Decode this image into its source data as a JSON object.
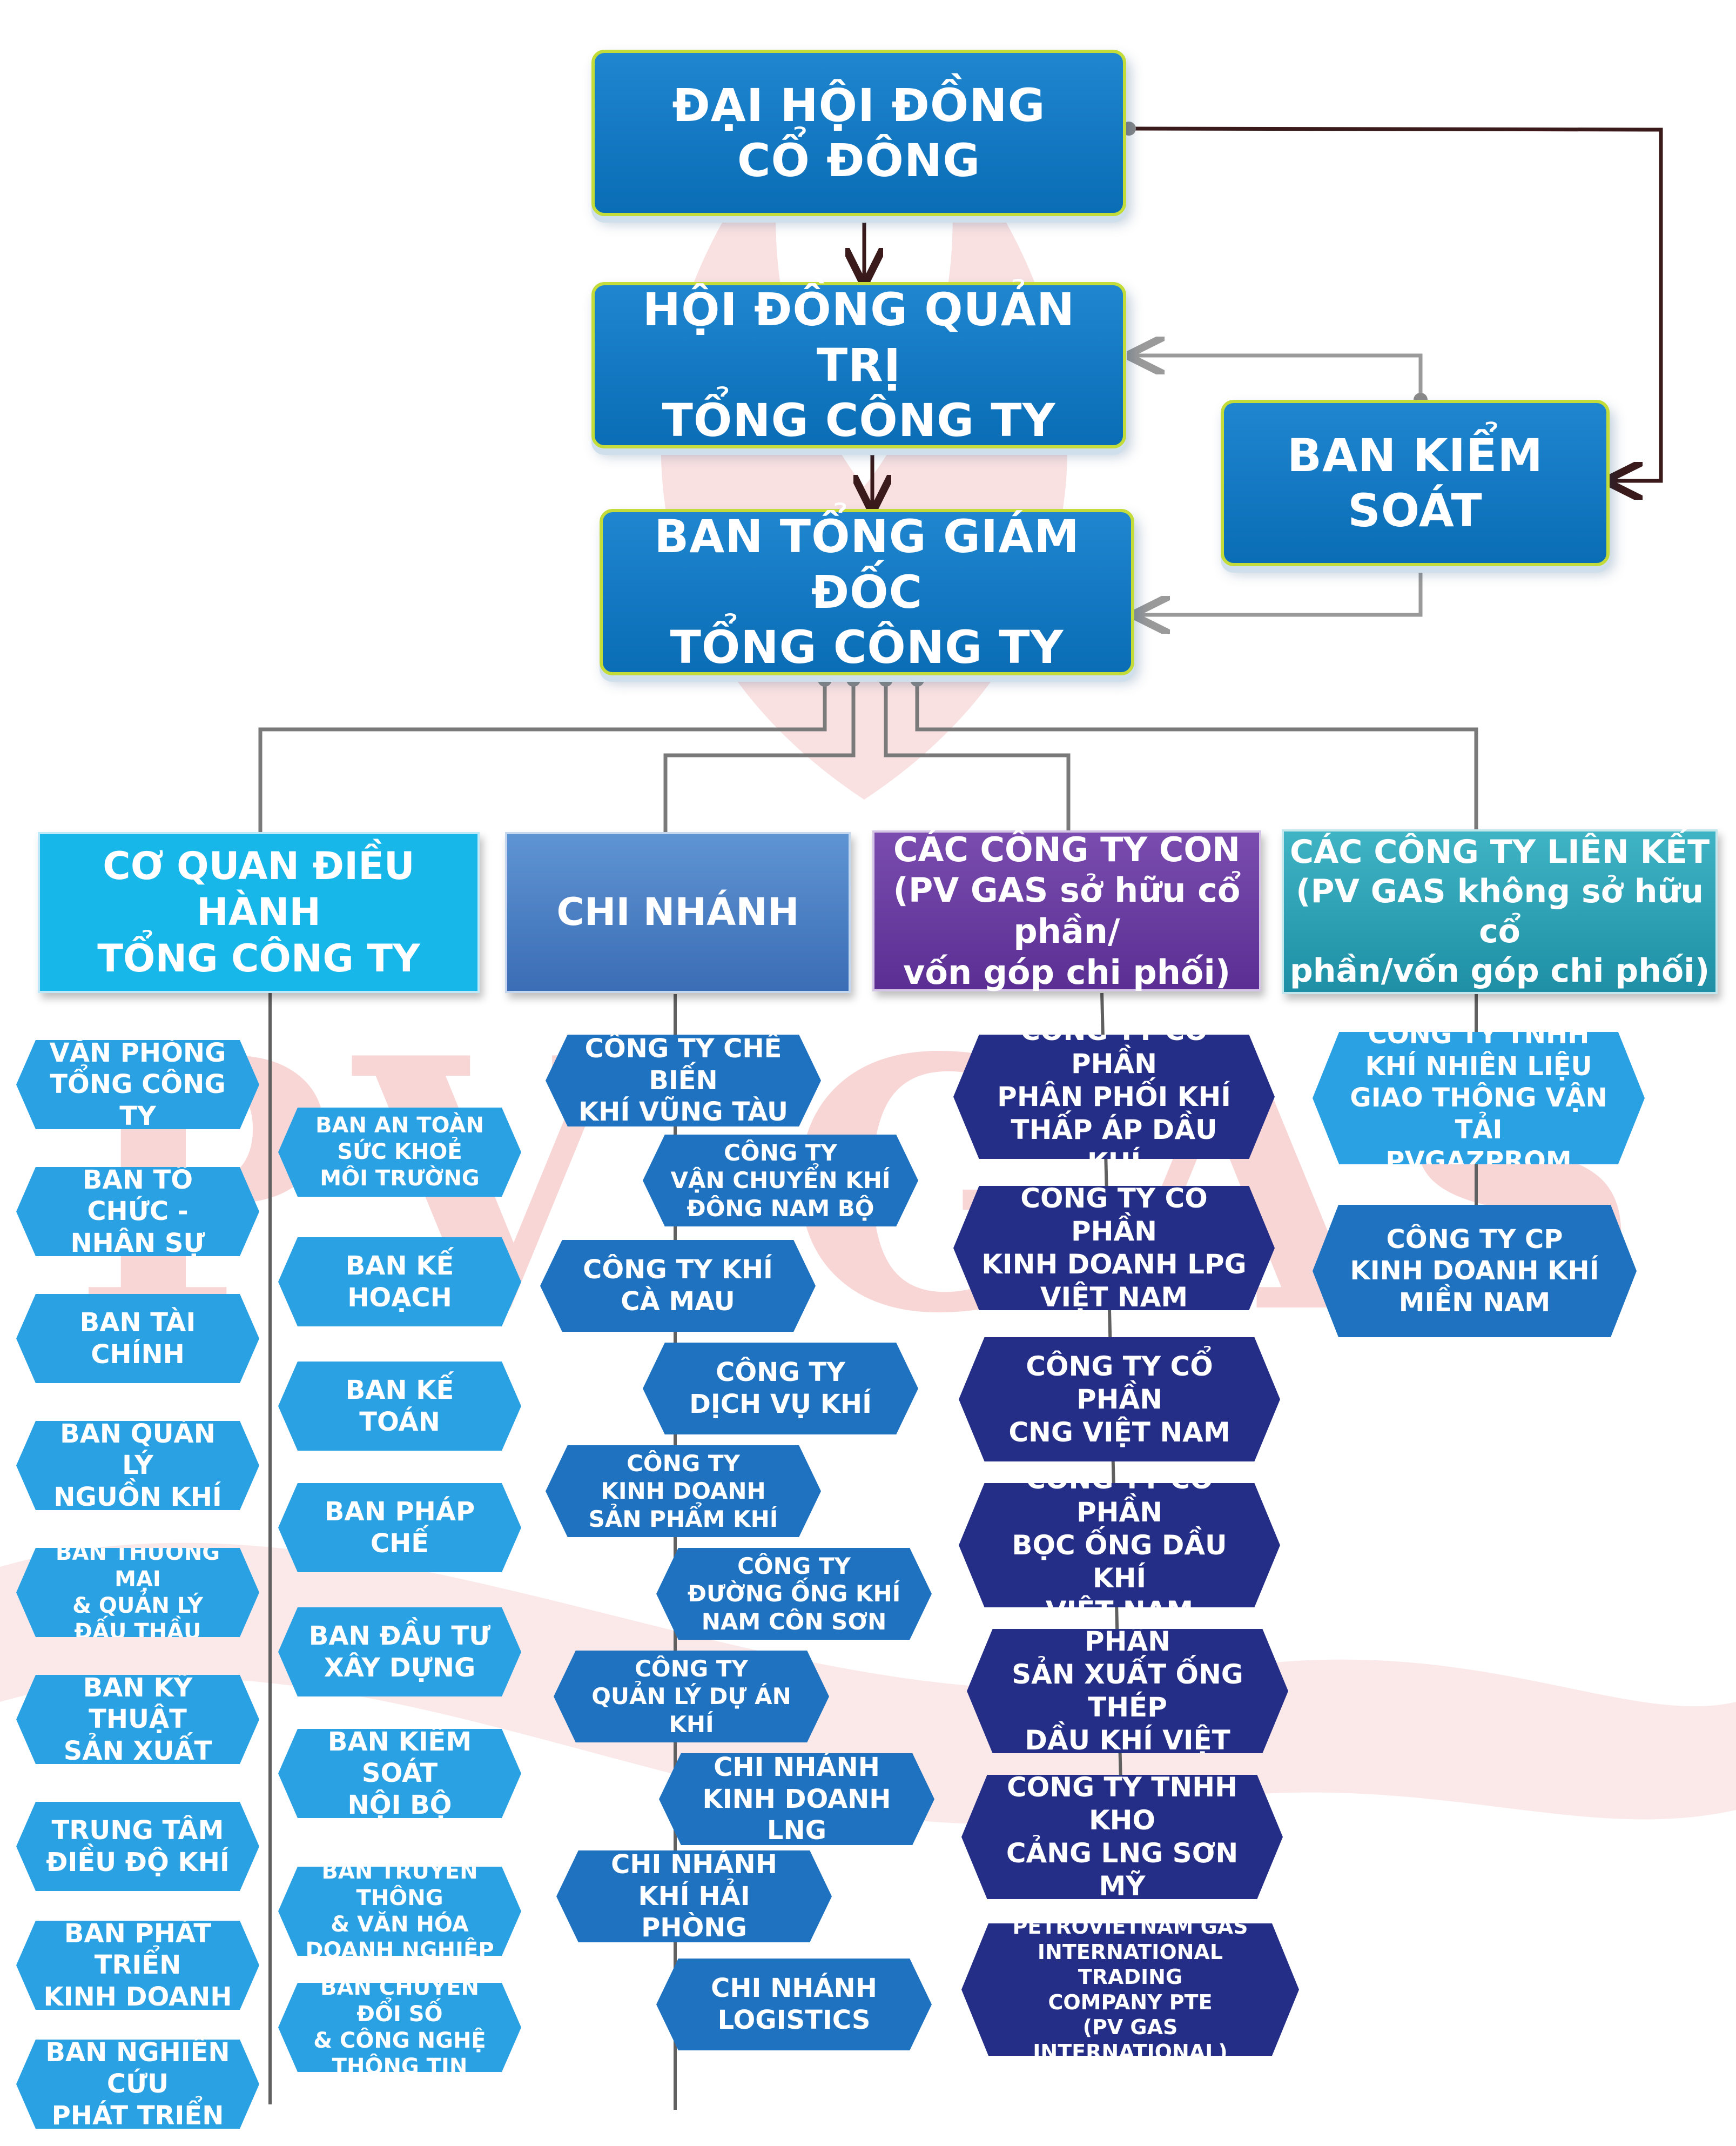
{
  "colors": {
    "top_box": "#0a6db6",
    "top_border": "#c4dc3a",
    "header_operations": "#17b7ea",
    "header_branches": "#3a6db5",
    "header_subsidiaries": "#5a2e92",
    "header_associates": "#1e8fa5",
    "light_blue_item": "#2aa1e3",
    "dark_blue_item": "#1e72c0",
    "navy_item": "#252e86",
    "watermark": "#e0242a"
  },
  "top": {
    "shareholders": "ĐẠI HỘI ĐỒNG\nCỔ ĐÔNG",
    "board": "HỘI ĐỒNG QUẢN TRỊ\nTỔNG CÔNG TY",
    "supervisory": "BAN KIỂM SOÁT",
    "management": "BAN TỔNG GIÁM ĐỐC\nTỔNG CÔNG TY"
  },
  "headers": {
    "operations": "CƠ QUAN ĐIỀU HÀNH\nTỔNG CÔNG TY",
    "branches": "CHI NHÁNH",
    "subsidiaries": "CÁC CÔNG TY CON\n(PV GAS sở hữu cổ phần/\nvốn góp chi phối)",
    "associates": "CÁC CÔNG TY LIÊN KẾT\n(PV GAS không sở hữu cổ\nphần/vốn góp chi phối)"
  },
  "operations_left": [
    "VĂN PHÒNG\nTỔNG CÔNG TY",
    "BAN TỔ CHỨC -\nNHÂN SỰ",
    "BAN TÀI CHÍNH",
    "BAN QUẢN LÝ\nNGUỒN KHÍ",
    "BAN THƯƠNG MẠI\n& QUẢN LÝ\nĐẤU THẦU",
    "BAN KỸ THUẬT\nSẢN XUẤT",
    "TRUNG TÂM\nĐIỀU ĐỘ KHÍ",
    "BAN PHÁT TRIỂN\nKINH DOANH",
    "BAN NGHIÊN CỨU\nPHÁT TRIỂN"
  ],
  "operations_right": [
    "BAN AN TOÀN\nSỨC KHOẺ\nMÔI TRƯỜNG",
    "BAN KẾ HOẠCH",
    "BAN KẾ TOÁN",
    "BAN PHÁP CHẾ",
    "BAN ĐẦU TƯ\nXÂY DỰNG",
    "BAN KIỂM SOÁT\nNỘI BỘ",
    "BAN TRUYỀN THÔNG\n& VĂN HÓA\nDOANH NGHIỆP",
    "BAN CHUYỂN ĐỔI SỐ\n& CÔNG NGHỆ\nTHÔNG TIN"
  ],
  "branches": [
    "CÔNG TY CHẾ BIẾN\nKHÍ VŨNG TÀU",
    "CÔNG TY\nVẬN CHUYỂN KHÍ\nĐÔNG NAM BỘ",
    "CÔNG TY KHÍ\nCÀ MAU",
    "CÔNG TY\nDỊCH VỤ KHÍ",
    "CÔNG TY\nKINH DOANH\nSẢN PHẨM KHÍ",
    "CÔNG TY\nĐƯỜNG ỐNG KHÍ\nNAM CÔN SƠN",
    "CÔNG TY\nQUẢN LÝ DỰ ÁN KHÍ",
    "CHI NHÁNH\nKINH DOANH LNG",
    "CHI NHÁNH\nKHÍ HẢI PHÒNG",
    "CHI NHÁNH\nLOGISTICS"
  ],
  "subsidiaries": [
    "CÔNG TY CỔ PHẦN\nPHÂN PHỐI KHÍ\nTHẤP ÁP DẦU KHÍ",
    "CÔNG TY CỔ PHẦN\nKINH DOANH LPG\nVIỆT NAM",
    "CÔNG TY CỔ PHẦN\nCNG VIỆT NAM",
    "CÔNG TY CỔ PHẦN\nBỌC ỐNG DẦU KHÍ\nVIỆT NAM",
    "CÔNG TY CỔ PHẦN\nSẢN XUẤT ỐNG THÉP\nDẦU KHÍ VIỆT NAM",
    "CÔNG TY TNHH KHO\nCẢNG LNG SƠN MỸ",
    "PETROVIETNAM GAS\nINTERNATIONAL TRADING\nCOMPANY PTE\n(PV GAS INTERNATIONAL)"
  ],
  "associates": [
    "CÔNG TY TNHH\nKHÍ NHIÊN LIỆU\nGIAO THÔNG VẬN TẢI\nPVGAZPROM",
    "CÔNG TY CP\nKINH DOANH KHÍ\nMIỀN NAM"
  ],
  "watermark": "PV GAS"
}
